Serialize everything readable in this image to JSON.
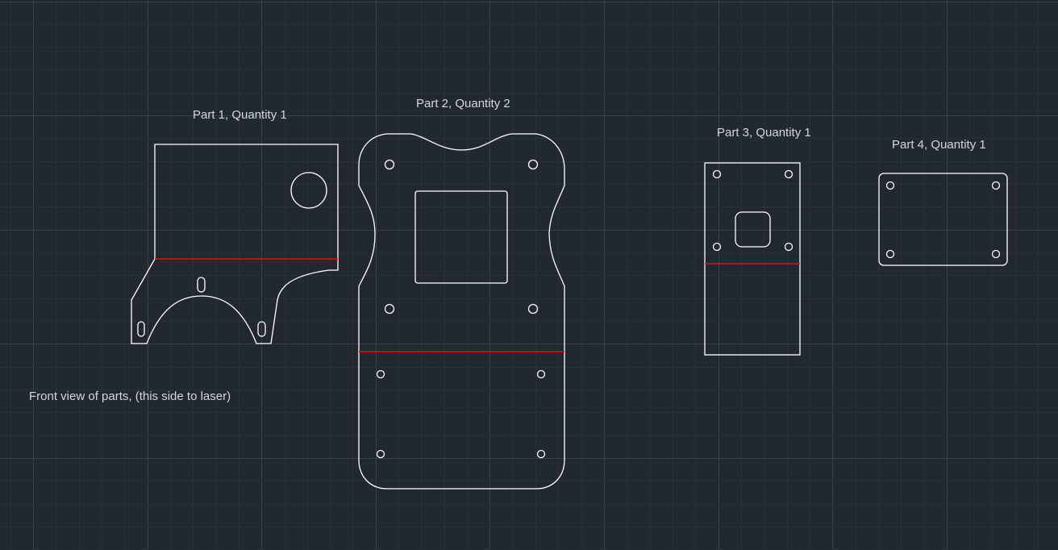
{
  "parts": [
    {
      "label": "Part 1, Quantity 1"
    },
    {
      "label": "Part 2, Quantity 2"
    },
    {
      "label": "Part 3, Quantity 1"
    },
    {
      "label": "Part 4, Quantity 1"
    }
  ],
  "note": "Front view of parts, (this side to laser)",
  "colors": {
    "background": "#212830",
    "cut_line": "#ffffff",
    "bend_line": "#e01010",
    "grid_minor": "#29303a",
    "grid_major": "#39404b"
  }
}
